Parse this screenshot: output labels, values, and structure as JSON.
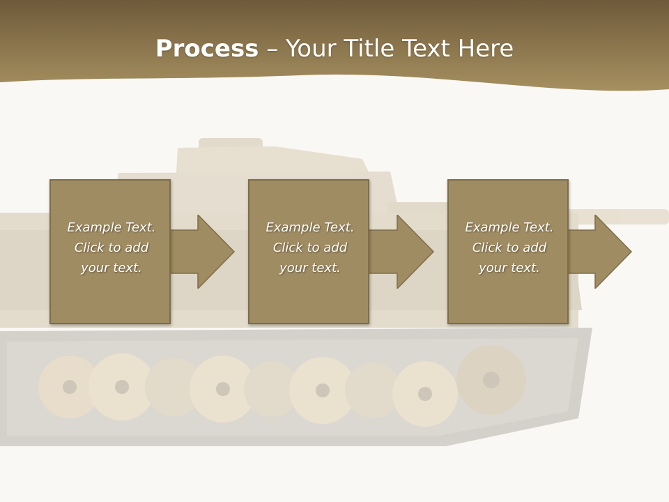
{
  "title": {
    "bold": "Process",
    "rest": " – Your Title Text Here"
  },
  "steps": [
    {
      "lines": [
        "Example Text.",
        "Click  to add",
        "your text."
      ]
    },
    {
      "lines": [
        "Example Text.",
        "Click  to add",
        "your text."
      ]
    },
    {
      "lines": [
        "Example Text.",
        "Click  to add",
        "your text."
      ]
    }
  ],
  "colors": {
    "header_dark": "#6e5a3a",
    "header_light": "#a69060",
    "box_fill": "#a08c62",
    "box_border": "#7e6d49",
    "background": "#faf8f4"
  }
}
